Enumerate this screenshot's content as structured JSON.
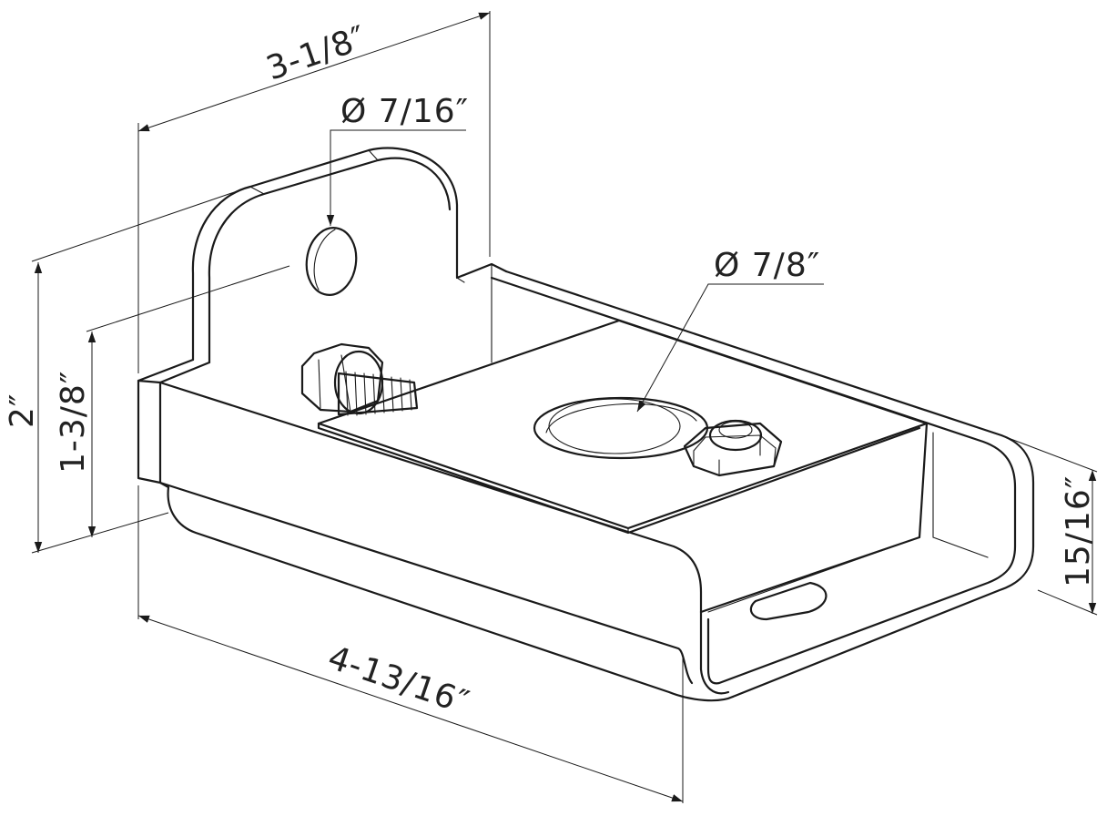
{
  "dimensions": {
    "width_top": "3-1/8″",
    "width_bottom": "4-13/16″",
    "height_total": "2″",
    "height_inner": "1-3/8″",
    "depth_right": "15/16″",
    "hole_small": "Ø 7/16″",
    "hole_large": "Ø 7/8″"
  },
  "colors": {
    "line": "#1a1a1a",
    "text": "#222222",
    "background": "#ffffff"
  }
}
